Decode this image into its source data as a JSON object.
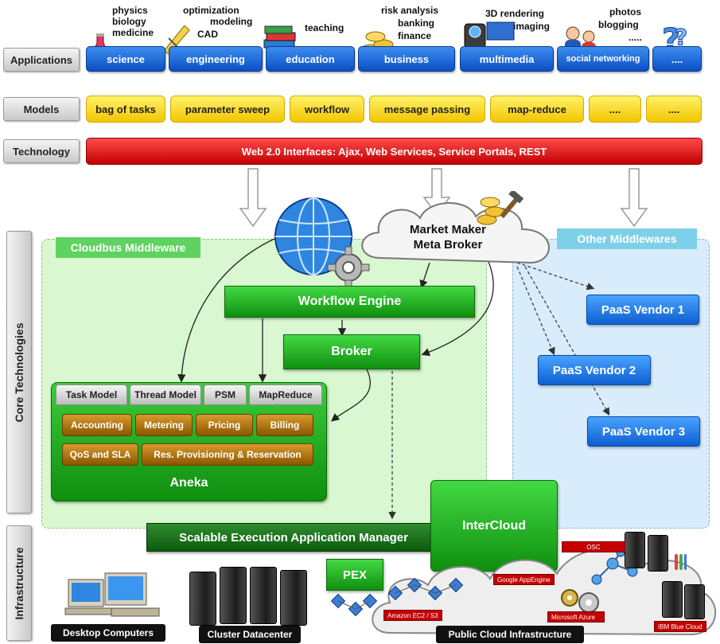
{
  "layers": {
    "applications": "Applications",
    "models": "Models",
    "technology": "Technology",
    "core": "Core Technologies",
    "infrastructure": "Infrastructure"
  },
  "apps": [
    {
      "label": "science",
      "captions": [
        "physics",
        "biology",
        "medicine"
      ]
    },
    {
      "label": "engineering",
      "captions": [
        "optimization",
        "modeling",
        "CAD"
      ]
    },
    {
      "label": "education",
      "captions": [
        "teaching"
      ]
    },
    {
      "label": "business",
      "captions": [
        "risk analysis",
        "banking",
        "finance"
      ]
    },
    {
      "label": "multimedia",
      "captions": [
        "3D rendering",
        "imaging"
      ]
    },
    {
      "label": "social networking",
      "captions": [
        "photos",
        "blogging",
        "....."
      ]
    },
    {
      "label": "....",
      "captions": []
    }
  ],
  "models": [
    "bag of tasks",
    "parameter sweep",
    "workflow",
    "message passing",
    "map-reduce",
    "....",
    "...."
  ],
  "technology_bar": "Web 2.0 Interfaces: Ajax, Web Services, Service Portals, REST",
  "market_maker": {
    "line1": "Market Maker",
    "line2": "Meta Broker"
  },
  "cloudbus": "Cloudbus Middleware",
  "other_middlewares": "Other Middlewares",
  "workflow_engine": "Workflow Engine",
  "broker": "Broker",
  "aneka": {
    "title": "Aneka",
    "tabs": [
      "Task Model",
      "Thread Model",
      "PSM",
      "MapReduce"
    ],
    "services": [
      "Accounting",
      "Metering",
      "Pricing",
      "Billing"
    ],
    "services2": [
      "QoS and SLA",
      "Res. Provisioning & Reservation"
    ]
  },
  "paas": [
    "PaaS Vendor 1",
    "PaaS Vendor 2",
    "PaaS Vendor 3"
  ],
  "seam": "Scalable Execution Application Manager",
  "intercloud": "InterCloud",
  "pex": "PEX",
  "clouds": {
    "osc": "OSC",
    "google": "Google AppEngine",
    "amazon": "Amazon EC2 / S3",
    "azure": "Microsoft Azure",
    "ibm": "IBM Blue Cloud"
  },
  "infra_labels": [
    "Desktop Computers",
    "Cluster Datacenter",
    "Public Cloud Infrastructure"
  ],
  "colors": {
    "app_blue": "#0b4fc4",
    "model_yellow": "#f3c500",
    "tech_red": "#c20000",
    "middleware_green": "#d9f7d0",
    "other_blue": "#d8ecfb",
    "engine_green": "#0f8f0f"
  }
}
